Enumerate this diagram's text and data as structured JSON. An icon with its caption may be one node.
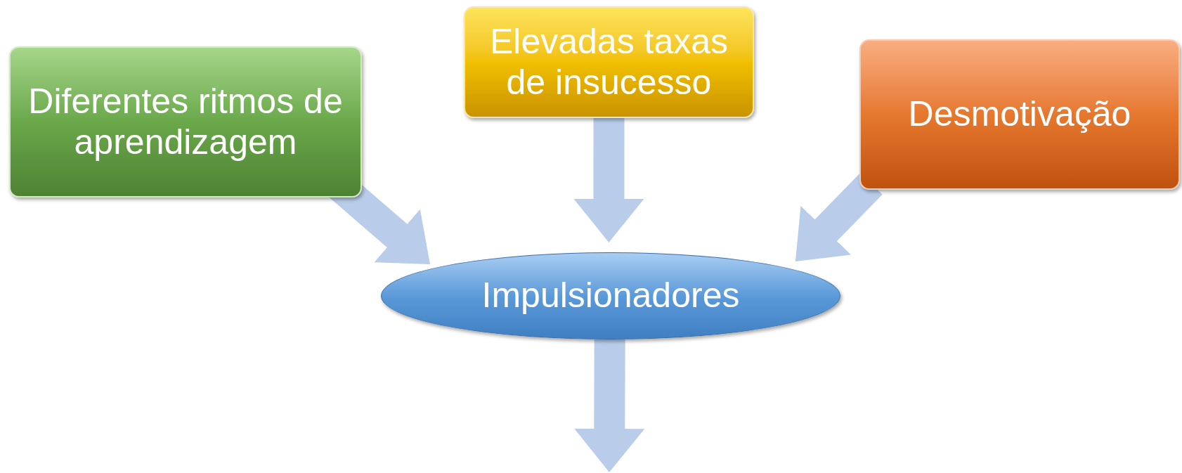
{
  "diagram": {
    "nodes": [
      {
        "text": [
          "Diferentes ritmos de aprendizagem"
        ]
      },
      {
        "text": [
          "Elevadas taxas de insucesso"
        ]
      },
      {
        "text": [
          "Desmotivação"
        ]
      },
      {
        "text": [
          "Impulsionadores"
        ]
      }
    ],
    "edges": [
      {
        "from": 0,
        "to": 3,
        "arrow": "to"
      },
      {
        "from": 1,
        "to": 3,
        "arrow": "to"
      },
      {
        "from": 2,
        "to": 3,
        "arrow": "to"
      },
      {
        "from": 3,
        "to": null,
        "arrow": "to"
      }
    ]
  }
}
